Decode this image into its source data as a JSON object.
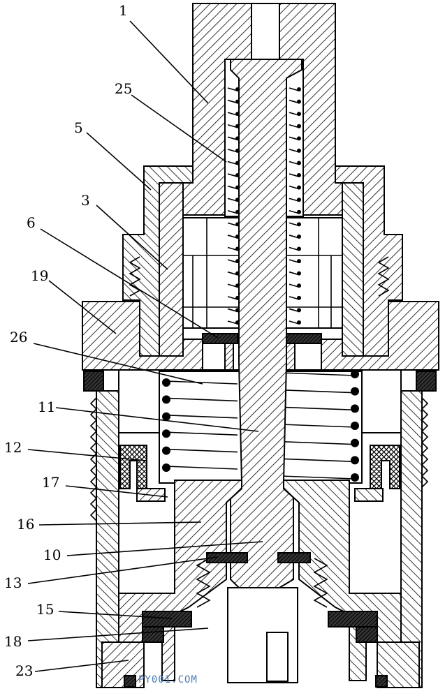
{
  "figure": {
    "callouts": [
      {
        "id": "c1",
        "label": "1"
      },
      {
        "id": "c25",
        "label": "25"
      },
      {
        "id": "c5",
        "label": "5"
      },
      {
        "id": "c3",
        "label": "3"
      },
      {
        "id": "c6",
        "label": "6"
      },
      {
        "id": "c19",
        "label": "19"
      },
      {
        "id": "c26",
        "label": "26"
      },
      {
        "id": "c11",
        "label": "11"
      },
      {
        "id": "c12",
        "label": "12"
      },
      {
        "id": "c17",
        "label": "17"
      },
      {
        "id": "c16",
        "label": "16"
      },
      {
        "id": "c10",
        "label": "10"
      },
      {
        "id": "c13",
        "label": "13"
      },
      {
        "id": "c15",
        "label": "15"
      },
      {
        "id": "c18",
        "label": "18"
      },
      {
        "id": "c23",
        "label": "23"
      }
    ],
    "watermark": "PY001.COM"
  }
}
